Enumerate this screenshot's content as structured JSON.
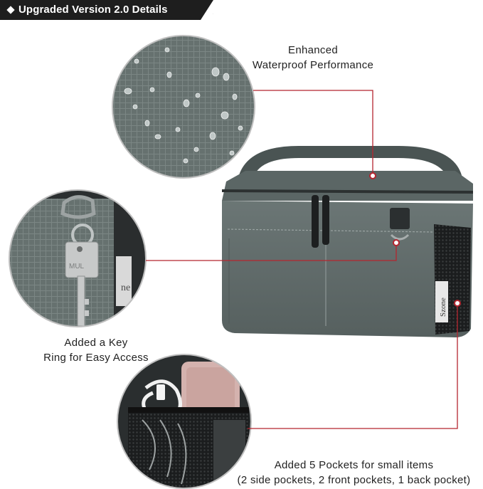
{
  "banner": {
    "title": "Upgraded Version 2.0 Details"
  },
  "captions": {
    "waterproof_line1": "Enhanced",
    "waterproof_line2": "Waterproof Performance",
    "key_line1": "Added a Key",
    "key_line2": "Ring for Easy Access",
    "pockets_line1": "Added 5 Pockets for small items",
    "pockets_line2": "(2 side pockets, 2 front pockets, 1 back pocket)"
  },
  "brand": {
    "logo_text": "Szone"
  },
  "colors": {
    "bag": "#5f6b69",
    "bag_dark": "#3f4847",
    "callout_line": "#b5252f",
    "banner": "#1e1e1e"
  }
}
